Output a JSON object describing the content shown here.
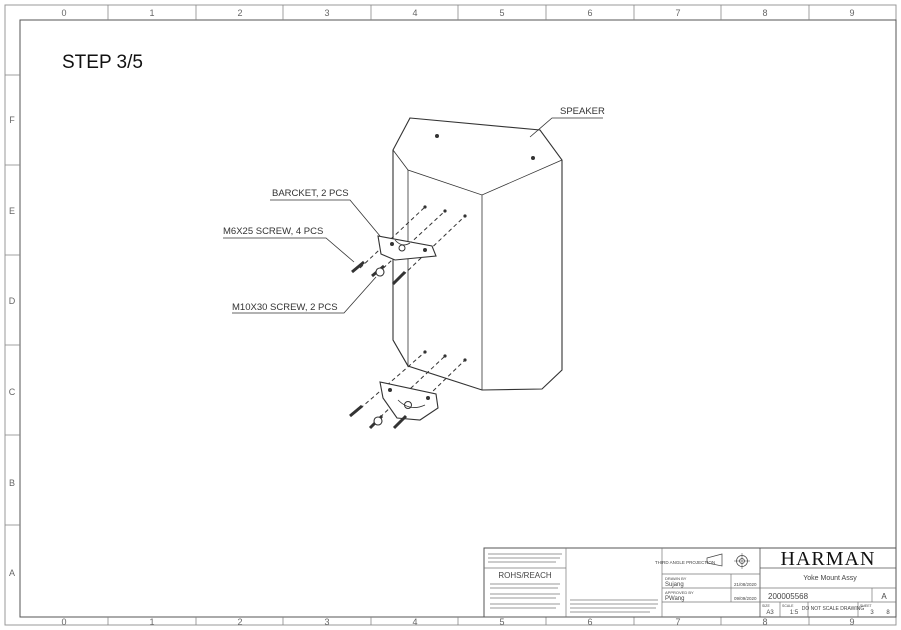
{
  "sheet": {
    "step_title": "STEP 3/5",
    "zones_top": [
      "0",
      "1",
      "2",
      "3",
      "4",
      "5",
      "6",
      "7",
      "8",
      "9"
    ],
    "zones_bottom": [
      "0",
      "1",
      "2",
      "3",
      "4",
      "5",
      "6",
      "7",
      "8",
      "9"
    ],
    "zones_side": [
      "F",
      "E",
      "D",
      "C",
      "B",
      "A"
    ]
  },
  "callouts": {
    "speaker": "SPEAKER",
    "bracket": "BARCKET, 2 PCS",
    "m6_screw": "M6X25 SCREW, 4 PCS",
    "m10_screw": "M10X30 SCREW, 2 PCS"
  },
  "title_block": {
    "rohs": "ROHS/REACH",
    "projection": "THIRD ANGLE PROJECTION",
    "drawn_by": "DRAWN BY",
    "drawn_name": "Sujang",
    "checked_by": "APPROVED BY",
    "checked_name": "PWang",
    "date1": "21/08/2020",
    "date2": "09/09/2020",
    "company": "HARMAN",
    "title": "Yoke Mount Assy",
    "drawing_no": "200005568",
    "rev": "A",
    "size_label": "SIZE",
    "size": "A3",
    "scale_label": "SCALE",
    "scale": "1:5",
    "do_not_scale": "DO NOT SCALE DRAWING",
    "sheet_label": "SHEET",
    "sheet_no": "3",
    "sheet_of": "8"
  }
}
